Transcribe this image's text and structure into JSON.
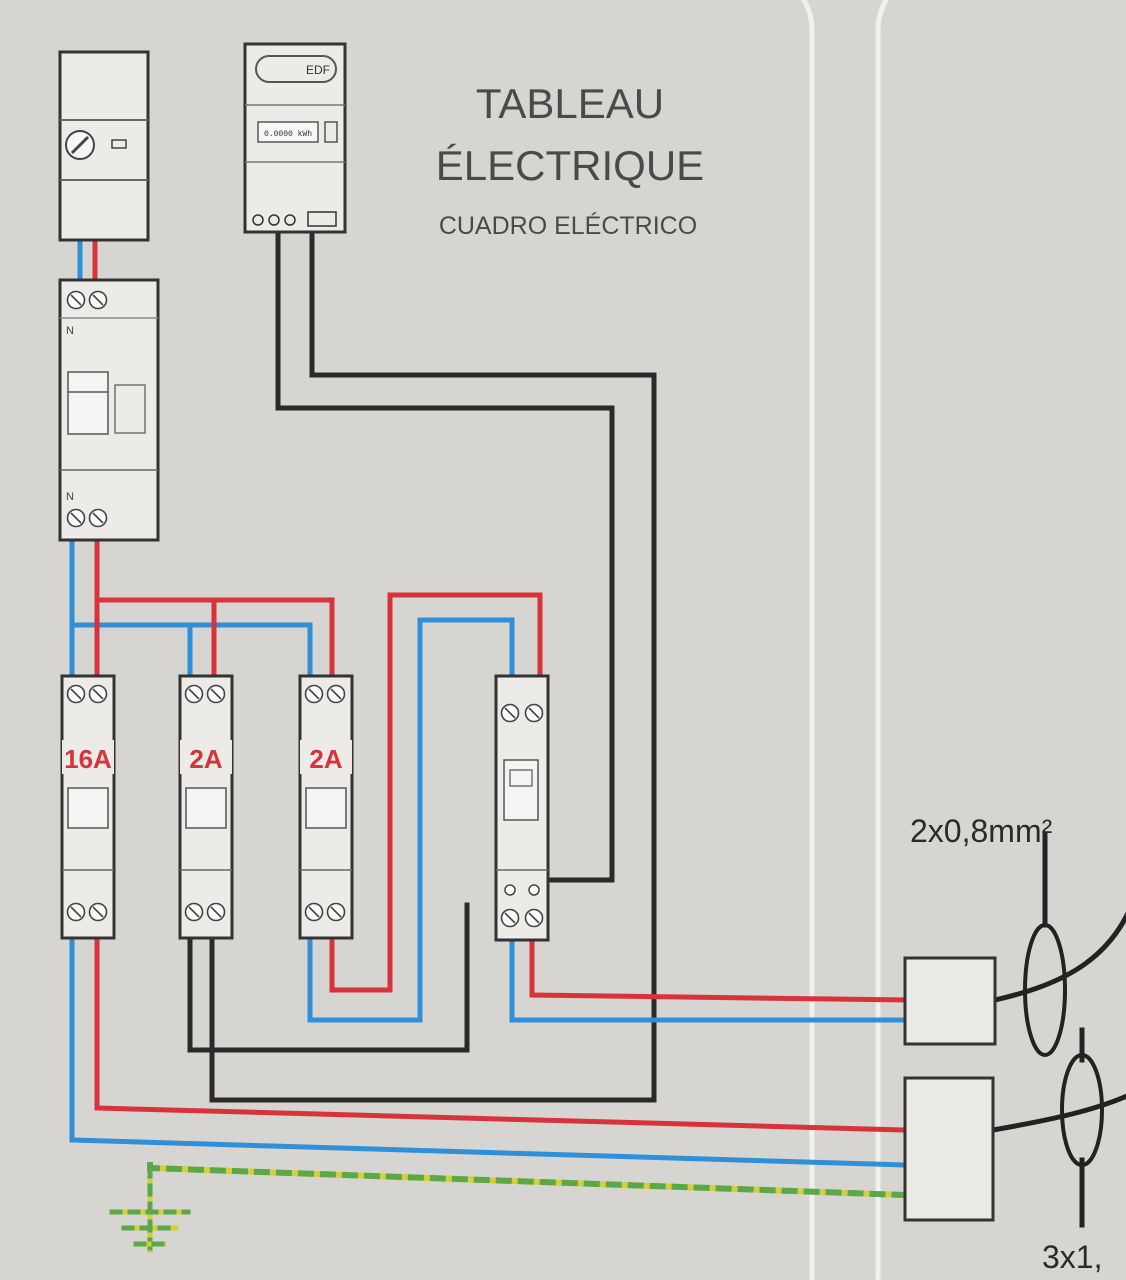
{
  "title": {
    "line1": "TABLEAU",
    "line2": "ÉLECTRIQUE",
    "subtitle": "CUADRO ELÉCTRICO"
  },
  "meter": {
    "brand_label": "EDF",
    "display_text": "0.0000 kWh"
  },
  "breakers": [
    {
      "rating": "16A"
    },
    {
      "rating": "2A"
    },
    {
      "rating": "2A"
    }
  ],
  "terminal_markings": {
    "neutral": "N"
  },
  "cables": {
    "upper_spec": "2x0,8mm²",
    "lower_spec_partial": "3x1,"
  },
  "colors": {
    "phase": "#d8323a",
    "neutral": "#2f8fd8",
    "control": "#2a2a2a",
    "earth_yellow": "#d4cf3a",
    "earth_green": "#5aa84a",
    "panel_border": "#f1f0ec",
    "module_fill": "#ecebe7",
    "rating_text": "#d8323a",
    "title_text": "#4a4a4a"
  },
  "icons": {
    "earth": "ground-symbol-icon",
    "screw": "screw-terminal-icon",
    "rotary": "rotary-switch-icon"
  }
}
